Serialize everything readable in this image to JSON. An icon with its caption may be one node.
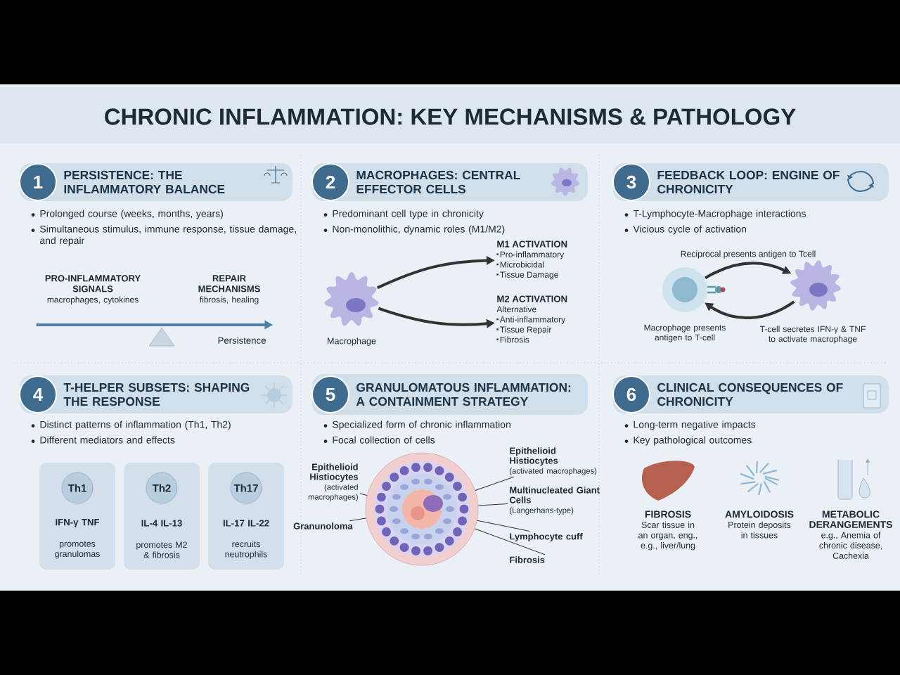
{
  "diagram": {
    "title": "CHRONIC INFLAMMATION: KEY MECHANISMS & PATHOLOGY",
    "nodes": [
      {
        "text": [
          "1",
          "PERSISTENCE: THE INFLAMMATORY BALANCE"
        ]
      },
      {
        "text": [
          "PRO-INFLAMMATORY SIGNALS",
          "macrophages, cytokines"
        ]
      },
      {
        "text": [
          "REPAIR MECHANISMS",
          "fibrosis, healing"
        ]
      },
      {
        "text": [
          "2",
          "MACROPHAGES: CENTRAL EFFECTOR CELLS"
        ]
      },
      {
        "text": [
          "Macrophage"
        ]
      },
      {
        "text": [
          "M1 ACTIVATION",
          "Pro-inflammatory",
          "Microbicidal",
          "Tissue Damage"
        ]
      },
      {
        "text": [
          "M2 ACTIVATION",
          "Alternative",
          "Anti-inflammatory",
          "Tissue Repair",
          "Fibrosis"
        ]
      },
      {
        "text": [
          "3",
          "FEEDBACK LOOP: ENGINE OF CHRONICITY"
        ]
      },
      {
        "text": [
          "Macrophage presents antigen to T-cell"
        ]
      },
      {
        "text": [
          "T-cell secretes IFN-γ & TNF to activate macrophage"
        ]
      },
      {
        "text": [
          "4",
          "T-HELPER SUBSETS: SHAPING THE RESPONSE"
        ]
      },
      {
        "text": [
          "Th1",
          "IFN-γ TNF",
          "promotes granulomas"
        ]
      },
      {
        "text": [
          "Th2",
          "IL-4 IL-13",
          "promotes M2 & fibrosis"
        ]
      },
      {
        "text": [
          "Th17",
          "IL-17 IL-22",
          "recruits neutrophils"
        ]
      },
      {
        "text": [
          "5",
          "GRANULOMATOUS INFLAMMATION: A CONTAINMENT STRATEGY"
        ]
      },
      {
        "text": [
          "Epithelioid Histiocytes",
          "(activated macrophages)"
        ]
      },
      {
        "text": [
          "Granunoloma"
        ]
      },
      {
        "text": [],
        "shape": "picture"
      },
      {
        "text": [
          "Epithelioid Histiocytes",
          "(activated macrophages)"
        ]
      },
      {
        "text": [
          "Multinucleated Giant Cells",
          "(Langerhans-type)"
        ]
      },
      {
        "text": [
          "Lymphocyte cuff"
        ]
      },
      {
        "text": [
          "Fibrosis"
        ]
      },
      {
        "text": [
          "6",
          "CLINICAL CONSEQUENCES OF CHRONICITY"
        ]
      },
      {
        "text": [
          "FIBROSIS",
          "Scar tissue in an organ, eng., e.g., liver/lung"
        ]
      },
      {
        "text": [
          "AMYLOIDOSIS",
          "Protein deposits in tissues"
        ]
      },
      {
        "text": [
          "METABOLIC DERANGEMENTS",
          "e.g., Anemia of chronic disease, Cachexia"
        ]
      }
    ],
    "edges": [
      {
        "from": 4,
        "to": 5,
        "arrow": "to",
        "style": "thick"
      },
      {
        "from": 4,
        "to": 6,
        "arrow": "to",
        "style": "thick"
      },
      {
        "from": 8,
        "to": 9,
        "arrow": "to",
        "label": "Reciprocal presents antigen to Tcell",
        "style": "thick"
      },
      {
        "from": 9,
        "to": 8,
        "arrow": "to",
        "style": "thick"
      },
      {
        "from": 1,
        "to": 2,
        "arrow": "to",
        "label": "Persistence",
        "style": "thick",
        "color": "#4f7fa6"
      },
      {
        "from": 15,
        "to": 17,
        "arrow": "none"
      },
      {
        "from": 16,
        "to": 17,
        "arrow": "none"
      },
      {
        "from": 18,
        "to": 17,
        "arrow": "none"
      },
      {
        "from": 19,
        "to": 17,
        "arrow": "none"
      },
      {
        "from": 20,
        "to": 17,
        "arrow": "none"
      },
      {
        "from": 21,
        "to": 17,
        "arrow": "none"
      }
    ],
    "labels": [
      "Prolonged course (weeks, months, years)",
      "Simultaneous stimulus, immune response, tissue damage, and repair",
      "Predominant cell type in chronicity",
      "Non-monolithic, dynamic roles (M1/M2)",
      "T-Lymphocyte-Macrophage interactions",
      "Vicious cycle of activation",
      "Distinct patterns of inflammation (Th1, Th2)",
      "Different mediators and effects",
      "Specialized form of chronic inflammation",
      "Focal collection of cells",
      "Long-term negative impacts",
      "Key pathological outcomes"
    ]
  }
}
